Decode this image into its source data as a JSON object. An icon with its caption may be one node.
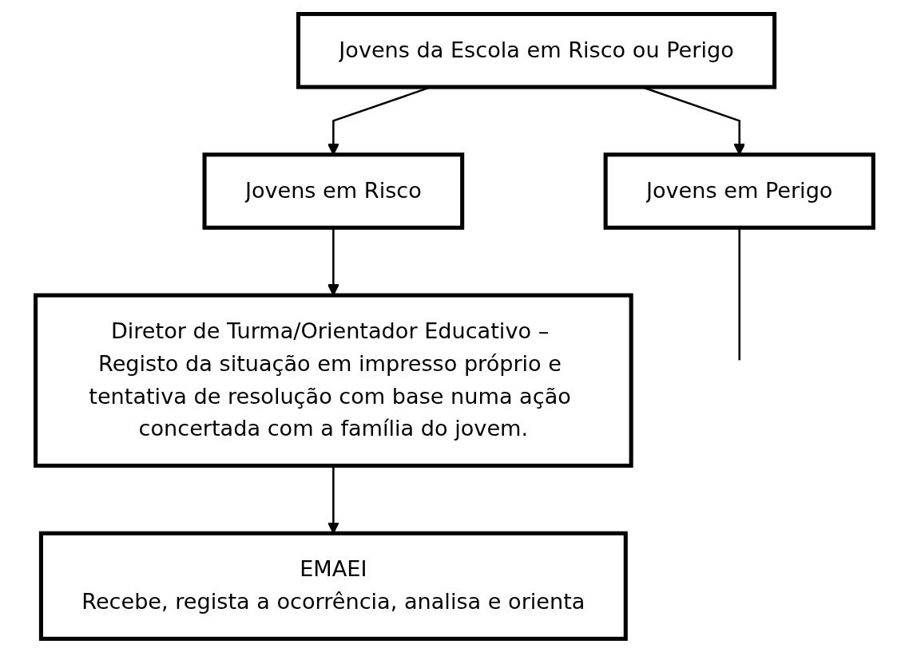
{
  "diagram": {
    "nodes": [
      {
        "text": [
          "Jovens da Escola em Risco ou Perigo"
        ]
      },
      {
        "text": [
          "Jovens em Risco"
        ]
      },
      {
        "text": [
          "Jovens em Perigo"
        ]
      },
      {
        "text": [
          "Diretor de Turma/Orientador Educativo – Registo da situação em impresso próprio e tentativa de resolução com base numa ação concertada com a família do jovem."
        ]
      },
      {
        "text": [
          "EMAEI",
          "Recebe, regista a ocorrência, analisa e orienta"
        ]
      }
    ],
    "edges": [
      {
        "from": 0,
        "to": 1,
        "arrow": "to"
      },
      {
        "from": 0,
        "to": 2,
        "arrow": "to"
      },
      {
        "from": 1,
        "to": 3,
        "arrow": "to"
      },
      {
        "from": 3,
        "to": 4,
        "arrow": "to"
      },
      {
        "from": 2,
        "to": null,
        "arrow": "none"
      }
    ]
  }
}
